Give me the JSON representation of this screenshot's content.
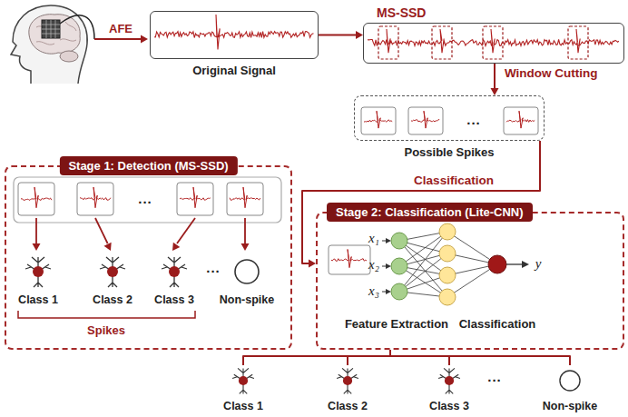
{
  "diagram": {
    "nodes": [
      {
        "text": [
          "Original Signal"
        ]
      },
      {
        "text": [
          "MS-SSD"
        ]
      },
      {
        "text": [
          "Possible Spikes"
        ]
      },
      {
        "text": [
          "Stage 1: Detection (MS-SSD)"
        ]
      },
      {
        "text": [
          "Class 1"
        ],
        "in": 3
      },
      {
        "text": [
          "Class 2"
        ],
        "in": 3
      },
      {
        "text": [
          "Class 3"
        ],
        "in": 3
      },
      {
        "text": [
          "Non-spike"
        ],
        "in": 3
      },
      {
        "text": [
          "Stage 2: Classification (Lite-CNN)"
        ]
      },
      {
        "text": [
          "Class 1"
        ]
      },
      {
        "text": [
          "Class 2"
        ]
      },
      {
        "text": [
          "Class 3"
        ]
      },
      {
        "text": [
          "Non-spike"
        ]
      }
    ],
    "edges": [
      {
        "from": 0,
        "to": 1,
        "arrow": "to"
      },
      {
        "from": 1,
        "to": 2,
        "label": "Window Cutting",
        "arrow": "to"
      },
      {
        "from": 2,
        "to": 8,
        "label": "Classification",
        "arrow": "to"
      },
      {
        "from": 8,
        "to": 9,
        "arrow": "none"
      },
      {
        "from": 8,
        "to": 10,
        "arrow": "none"
      },
      {
        "from": 8,
        "to": 11,
        "arrow": "none"
      },
      {
        "from": 8,
        "to": 12,
        "arrow": "none"
      }
    ],
    "labels": [
      "AFE",
      "...",
      "...",
      "...",
      "Spikes",
      "x₁",
      "x₂",
      "x₃",
      "y",
      "Feature Extraction",
      "Classification",
      "..."
    ]
  }
}
